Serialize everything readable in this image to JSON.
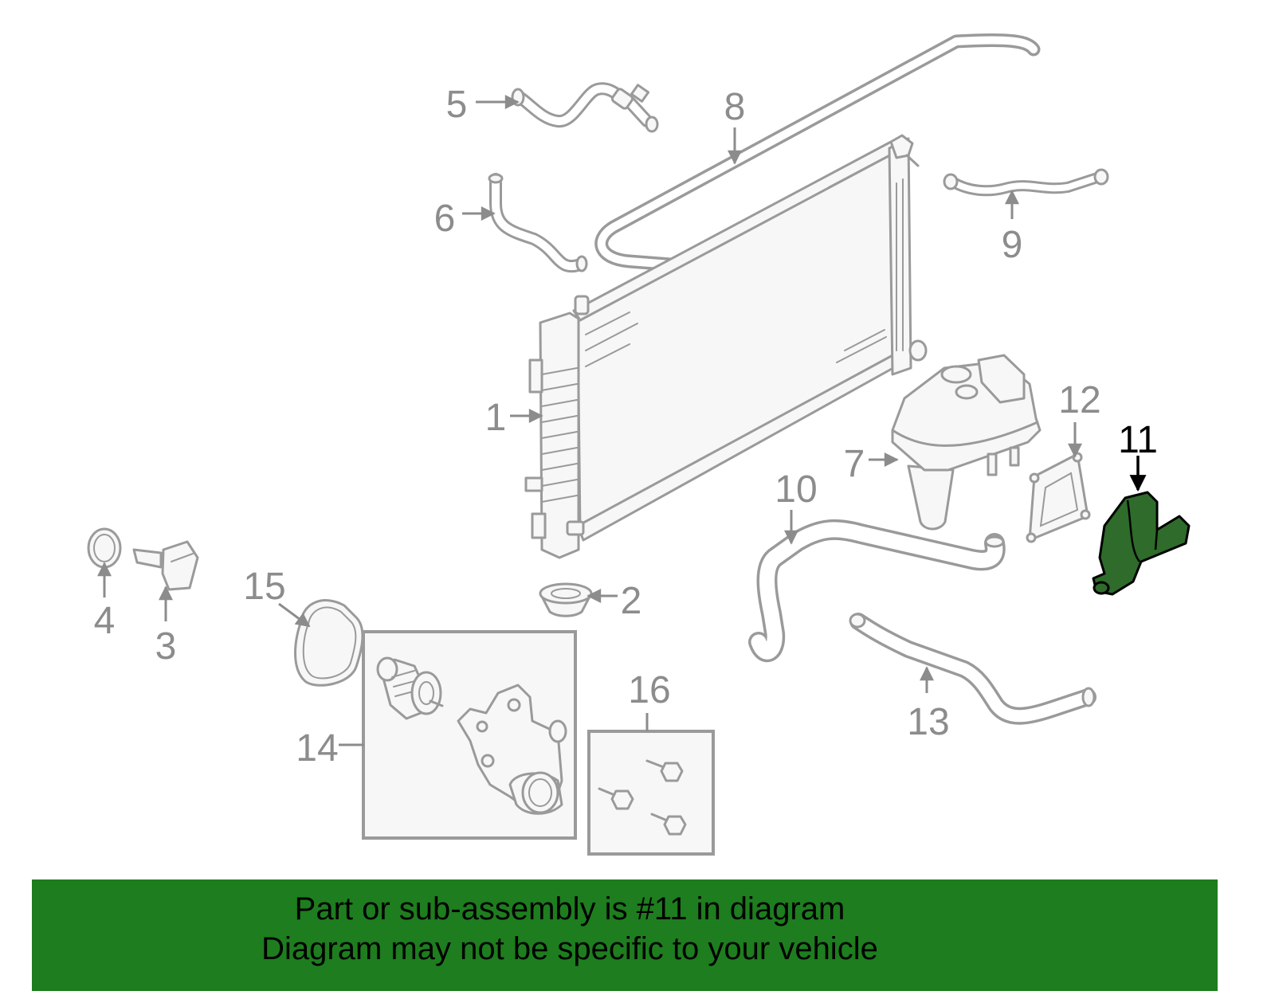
{
  "labels": {
    "p1": "1",
    "p2": "2",
    "p3": "3",
    "p4": "4",
    "p5": "5",
    "p6": "6",
    "p7": "7",
    "p8": "8",
    "p9": "9",
    "p10": "10",
    "p11": "11",
    "p12": "12",
    "p13": "13",
    "p14": "14",
    "p15": "15",
    "p16": "16"
  },
  "banner": {
    "line1": "Part or sub-assembly is #11 in diagram",
    "line2": "Diagram may not be specific to your vehicle"
  },
  "colors": {
    "banner": "#1e7d1e",
    "highlight": "#2f6b2a",
    "part_stroke": "#9a9a9a",
    "label": "#8c8c8c",
    "highlight_label": "#000000"
  }
}
